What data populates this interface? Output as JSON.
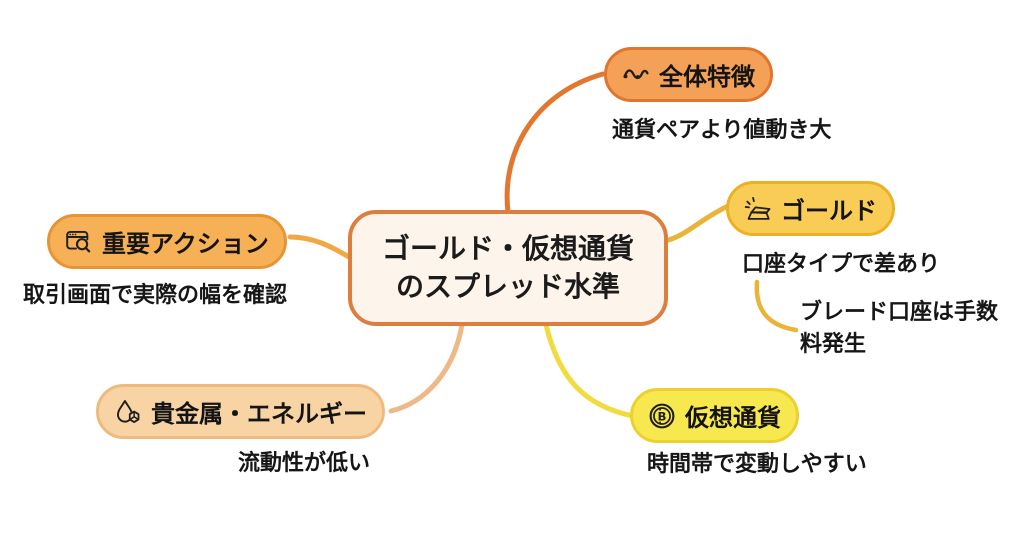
{
  "page": {
    "background": "#ffffff",
    "text_color": "#161616"
  },
  "center": {
    "title": "ゴールド・仮想通貨のスプレッド水準",
    "line1": "ゴールド・仮想通貨",
    "line2": "のスプレッド水準",
    "fill": "#fdf5ec",
    "border": "#dd7e3e"
  },
  "branches": {
    "overall": {
      "label": "全体特徴",
      "icon": "activity-wave-icon",
      "caption": "通貨ペアより値動き大",
      "fill": "#f4a157",
      "border": "#e0752e",
      "connector": "#e2782f"
    },
    "gold": {
      "label": "ゴールド",
      "icon": "gold-ingot-icon",
      "caption": "口座タイプで差あり",
      "child_note": "ブレード口座は手数料発生",
      "fill": "#f9cd55",
      "border": "#ecb122",
      "connector": "#e9b437"
    },
    "crypto": {
      "label": "仮想通貨",
      "icon": "bitcoin-coin-icon",
      "caption": "時間帯で変動しやすい",
      "fill": "#f8e84f",
      "border": "#edd02d",
      "connector": "#f0dc3e"
    },
    "action": {
      "label": "重要アクション",
      "icon": "window-search-icon",
      "caption": "取引画面で実際の幅を確認",
      "fill": "#f6b056",
      "border": "#e69434",
      "connector": "#f0a843"
    },
    "metals": {
      "label": "貴金属・エネルギー",
      "icon": "droplet-gem-icon",
      "caption": "流動性が低い",
      "fill": "#f8d3a3",
      "border": "#f0ba7e",
      "connector": "#eeb988"
    }
  }
}
